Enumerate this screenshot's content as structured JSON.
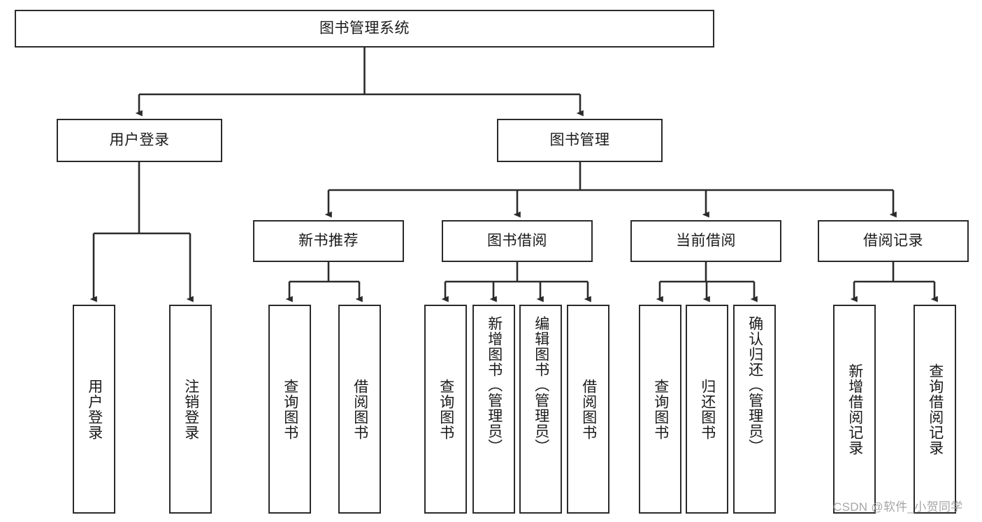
{
  "diagram": {
    "title": "图书管理系统",
    "type": "tree-hierarchy-diagram",
    "colors": {
      "stroke": "#2b2b2b",
      "fill": "#ffffff",
      "text": "#1a1a1a",
      "watermark": "#a6a6a6"
    },
    "root": {
      "label": "图书管理系统"
    },
    "level2": [
      {
        "label": "用户登录"
      },
      {
        "label": "图书管理"
      }
    ],
    "level3": [
      {
        "label": "新书推荐"
      },
      {
        "label": "图书借阅"
      },
      {
        "label": "当前借阅"
      },
      {
        "label": "借阅记录"
      }
    ],
    "leaves": {
      "user_login": [
        {
          "label": "用户登录"
        },
        {
          "label": "注销登录"
        }
      ],
      "new_book_recommend": [
        {
          "label": "查询图书"
        },
        {
          "label": "借阅图书"
        }
      ],
      "book_borrow": [
        {
          "label": "查询图书"
        },
        {
          "label": "新增图书（管理员）"
        },
        {
          "label": "编辑图书（管理员）"
        },
        {
          "label": "借阅图书"
        }
      ],
      "current_borrow": [
        {
          "label": "查询图书"
        },
        {
          "label": "归还图书"
        },
        {
          "label": "确认归还（管理员）"
        }
      ],
      "borrow_record": [
        {
          "label": "新增借阅记录"
        },
        {
          "label": "查询借阅记录"
        }
      ]
    }
  },
  "watermark": {
    "text": "CSDN @软件_小贺同学"
  }
}
